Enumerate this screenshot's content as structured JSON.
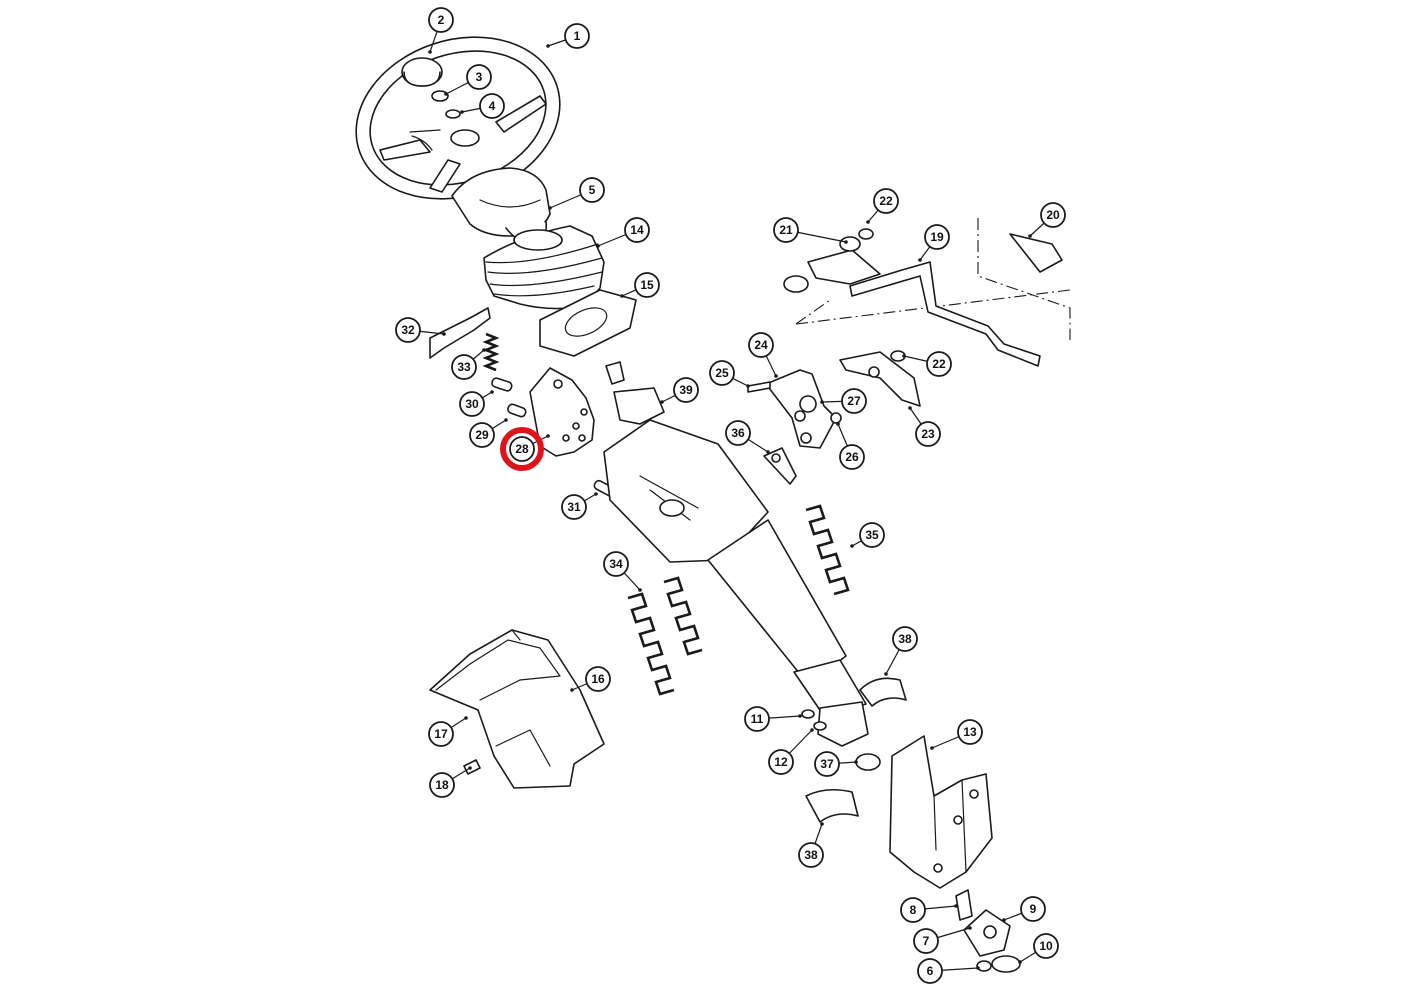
{
  "highlight": {
    "part": "28",
    "color": "#e0131a"
  },
  "colors": {
    "line": "#1a1a1a",
    "background": "#ffffff"
  },
  "callouts": [
    {
      "id": "1"
    },
    {
      "id": "2"
    },
    {
      "id": "3"
    },
    {
      "id": "4"
    },
    {
      "id": "5"
    },
    {
      "id": "14"
    },
    {
      "id": "15"
    },
    {
      "id": "32"
    },
    {
      "id": "33"
    },
    {
      "id": "30"
    },
    {
      "id": "29"
    },
    {
      "id": "28"
    },
    {
      "id": "31"
    },
    {
      "id": "39"
    },
    {
      "id": "21"
    },
    {
      "id": "22a",
      "label": "22"
    },
    {
      "id": "19"
    },
    {
      "id": "20"
    },
    {
      "id": "22b",
      "label": "22"
    },
    {
      "id": "24"
    },
    {
      "id": "25"
    },
    {
      "id": "27"
    },
    {
      "id": "26"
    },
    {
      "id": "23"
    },
    {
      "id": "36"
    },
    {
      "id": "35"
    },
    {
      "id": "34"
    },
    {
      "id": "16"
    },
    {
      "id": "17"
    },
    {
      "id": "18"
    },
    {
      "id": "38a",
      "label": "38"
    },
    {
      "id": "11"
    },
    {
      "id": "12"
    },
    {
      "id": "37"
    },
    {
      "id": "13"
    },
    {
      "id": "38b",
      "label": "38"
    },
    {
      "id": "8"
    },
    {
      "id": "9"
    },
    {
      "id": "7"
    },
    {
      "id": "10"
    },
    {
      "id": "6"
    }
  ]
}
